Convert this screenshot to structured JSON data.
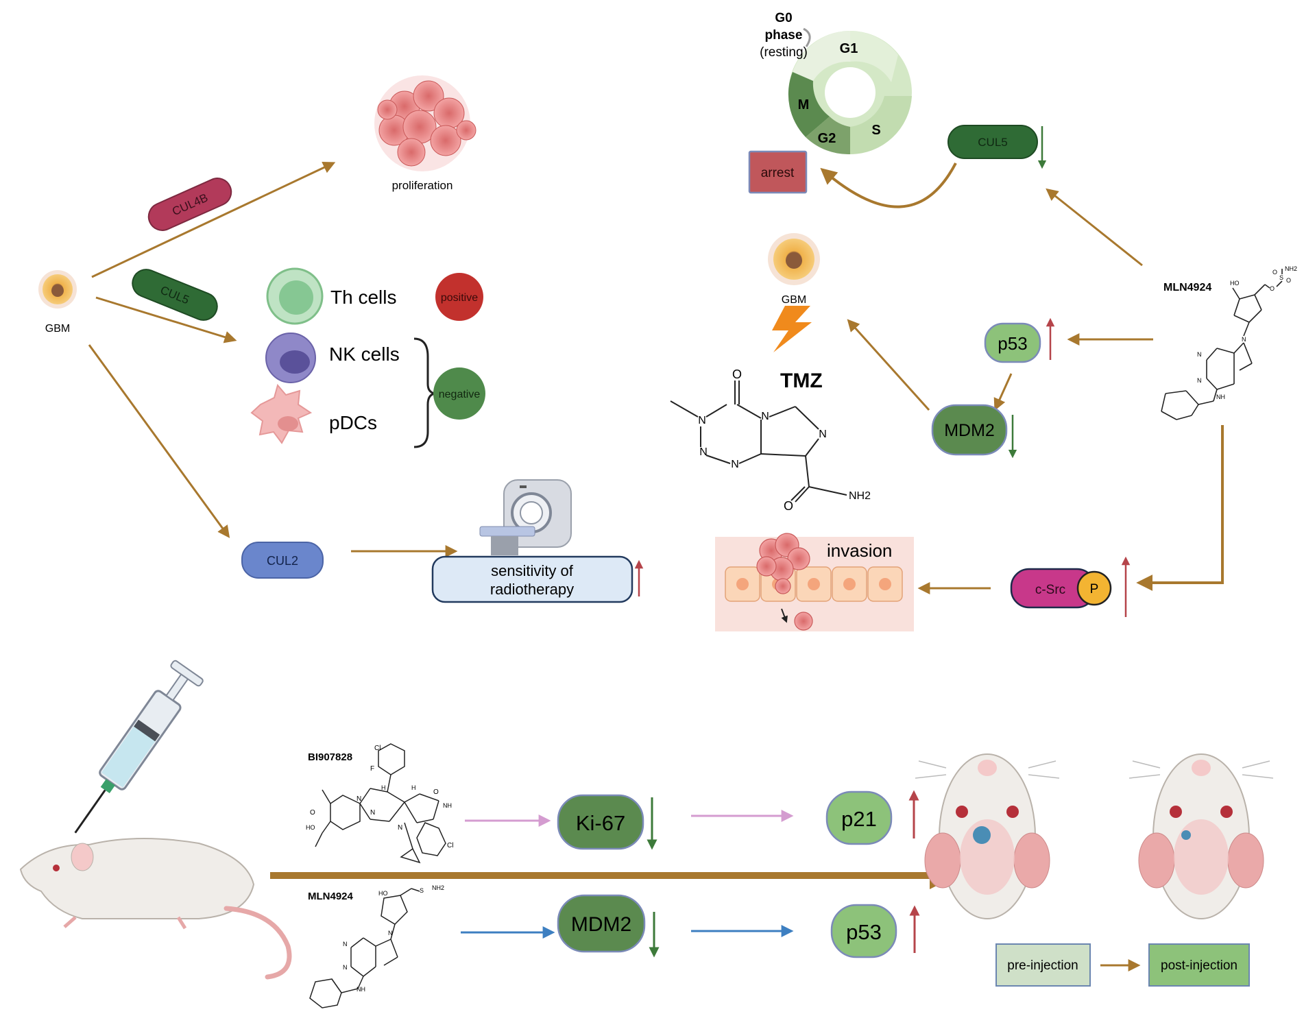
{
  "genes": {
    "cul4b": "CUL4B",
    "cul5_left": "CUL5",
    "cul2": "CUL2",
    "cul5_right": "CUL5"
  },
  "labels": {
    "gbm_left": "GBM",
    "proliferation": "proliferation",
    "th_cells": "Th cells",
    "nk_cells": "NK cells",
    "pdcs": "pDCs",
    "positive": "positive",
    "negative": "negative",
    "sensitivity_line1": "sensitivity of",
    "sensitivity_line2": "radiotherapy",
    "arrest": "arrest",
    "gbm_right": "GBM",
    "tmz": "TMZ",
    "p53_top": "p53",
    "mdm2_top": "MDM2",
    "mln4924_top": "MLN4924",
    "invasion": "invasion",
    "csrc": "c-Src",
    "phospho": "P",
    "bi907828": "BI907828",
    "mln4924_bottom": "MLN4924",
    "ki67": "Ki-67",
    "p21": "p21",
    "mdm2_bottom": "MDM2",
    "p53_bottom": "p53",
    "pre_injection": "pre-injection",
    "post_injection": "post-injection"
  },
  "cell_cycle": {
    "g0_line1": "G0",
    "g0_line2": "phase",
    "g0_line3": "(resting)",
    "g1": "G1",
    "s": "S",
    "g2": "G2",
    "m": "M"
  },
  "chem": {
    "tmz_atoms": [
      "O",
      "N",
      "N",
      "N",
      "N",
      "N",
      "O",
      "NH2"
    ],
    "mln_atoms": [
      "HO",
      "O",
      "S",
      "O",
      "O",
      "NH2",
      "N",
      "N",
      "N",
      "NH"
    ],
    "bi_atoms": [
      "Cl",
      "F",
      "H",
      "H",
      "O",
      "NH",
      "N",
      "N",
      "N",
      "HO",
      "O",
      "Cl"
    ]
  },
  "colors": {
    "arrow_gold": "#a8782e",
    "up_red": "#b5444a",
    "down_green": "#3d7a3a",
    "cul4b": "#b23a5a",
    "cul5": "#2f6b35",
    "cul2": "#6a86cc",
    "positive": "#c2312d",
    "negative": "#4f8a4b",
    "pill_green": "#8dc27a",
    "pill_dark_green": "#5b8a4f",
    "arrest": "#c0575b",
    "csrc": "#c8388a",
    "phospho": "#f3b432",
    "blue_arrow": "#3d7fc1",
    "pink_arrow": "#d49cd0"
  }
}
